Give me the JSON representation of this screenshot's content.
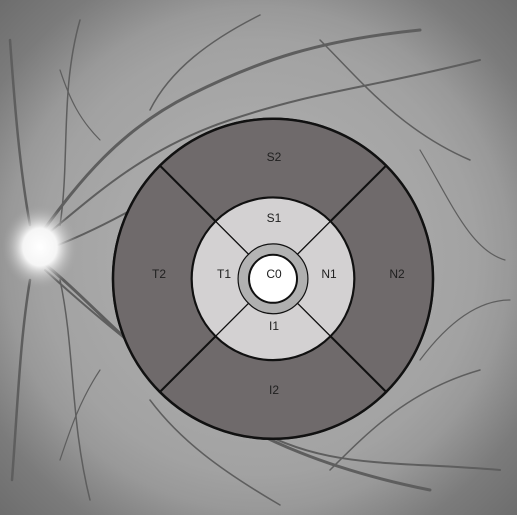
{
  "grid": {
    "type": "ETDRS",
    "center": {
      "label": "C0"
    },
    "inner_ring": {
      "superior": "S1",
      "nasal": "N1",
      "inferior": "I1",
      "temporal": "T1"
    },
    "outer_ring": {
      "superior": "S2",
      "nasal": "N2",
      "inferior": "I2",
      "temporal": "T2"
    }
  },
  "colors": {
    "outer_ring_fill": "#6f6a6b",
    "inner_ring_fill": "#d3d1d2",
    "center_fill": "#ffffff",
    "stroke": "#111111",
    "background_fundus": "#a9a9a9"
  }
}
